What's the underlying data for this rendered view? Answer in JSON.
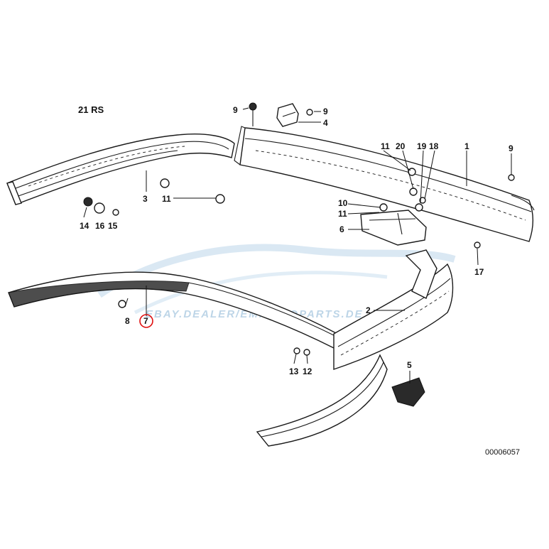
{
  "diagram": {
    "header": "21 RS",
    "drawing_code": "00006057",
    "watermark": "EBAY.DEALER/EMIAUTOPARTS.DE",
    "highlight_color": "#e01010",
    "labels": {
      "p1": "1",
      "p2": "2",
      "p3": "3",
      "p4": "4",
      "p5": "5",
      "p6": "6",
      "p7": "7",
      "p8": "8",
      "p9a": "9",
      "p9b": "9",
      "p9c": "9",
      "p10": "10",
      "p11a": "11",
      "p11b": "11",
      "p11c": "11",
      "p12": "12",
      "p13": "13",
      "p14": "14",
      "p15": "15",
      "p16": "16",
      "p17": "17",
      "p18": "18",
      "p19": "19",
      "p20": "20"
    }
  }
}
